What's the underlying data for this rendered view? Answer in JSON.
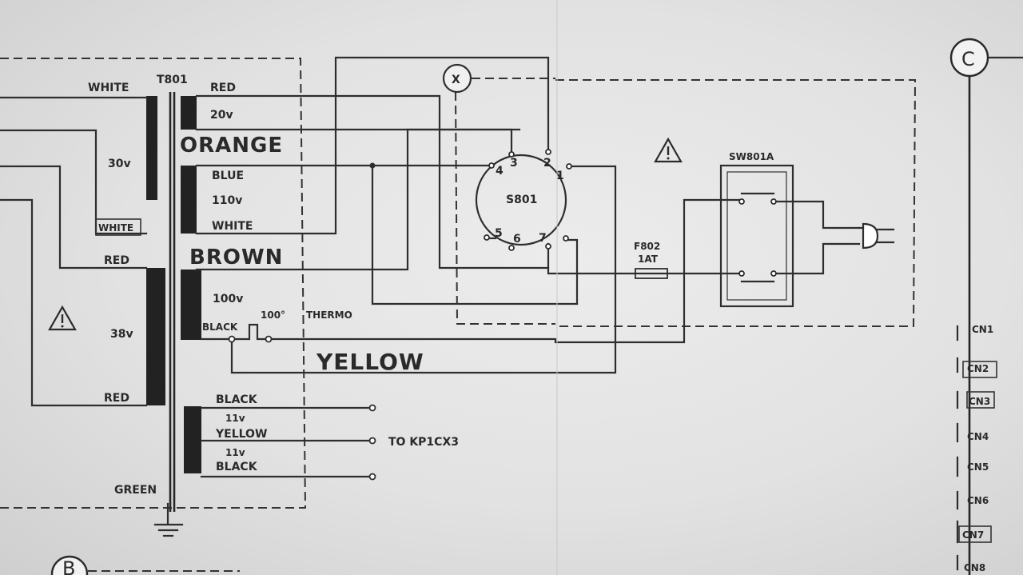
{
  "transformer": {
    "ref": "T801",
    "primary": {
      "white_top": "WHITE",
      "v30": "30v",
      "white_bottom": "WHITE",
      "red_top": "RED",
      "v38": "38v",
      "red_bottom": "RED"
    },
    "secondary": {
      "red": "RED",
      "v20": "20v",
      "orange": "ORANGE",
      "blue": "BLUE",
      "v110": "110v",
      "white": "WHITE",
      "brown": "BROWN",
      "v100": "100v",
      "black": "BLACK",
      "thermo_deg": "100°",
      "thermo": "THERMO",
      "yellow_big": "YELLOW"
    },
    "output": {
      "black_top": "BLACK",
      "v11a": "11v",
      "yellow": "YELLOW",
      "v11b": "11v",
      "black_bottom": "BLACK",
      "to": "TO KP1CX3"
    },
    "green": "GREEN"
  },
  "selector": {
    "ref": "S801",
    "pins": [
      "4",
      "3",
      "2",
      "1",
      "5",
      "6",
      "7"
    ]
  },
  "fuse": {
    "ref": "F802",
    "rating": "1AT"
  },
  "switch": {
    "ref": "SW801A"
  },
  "markers": {
    "x": "X",
    "c": "C",
    "b": "B"
  },
  "warning_symbol": "!",
  "connectors": [
    "CN1",
    "CN2",
    "CN3",
    "CN4",
    "CN5",
    "CN6",
    "CN7",
    "CN8"
  ]
}
